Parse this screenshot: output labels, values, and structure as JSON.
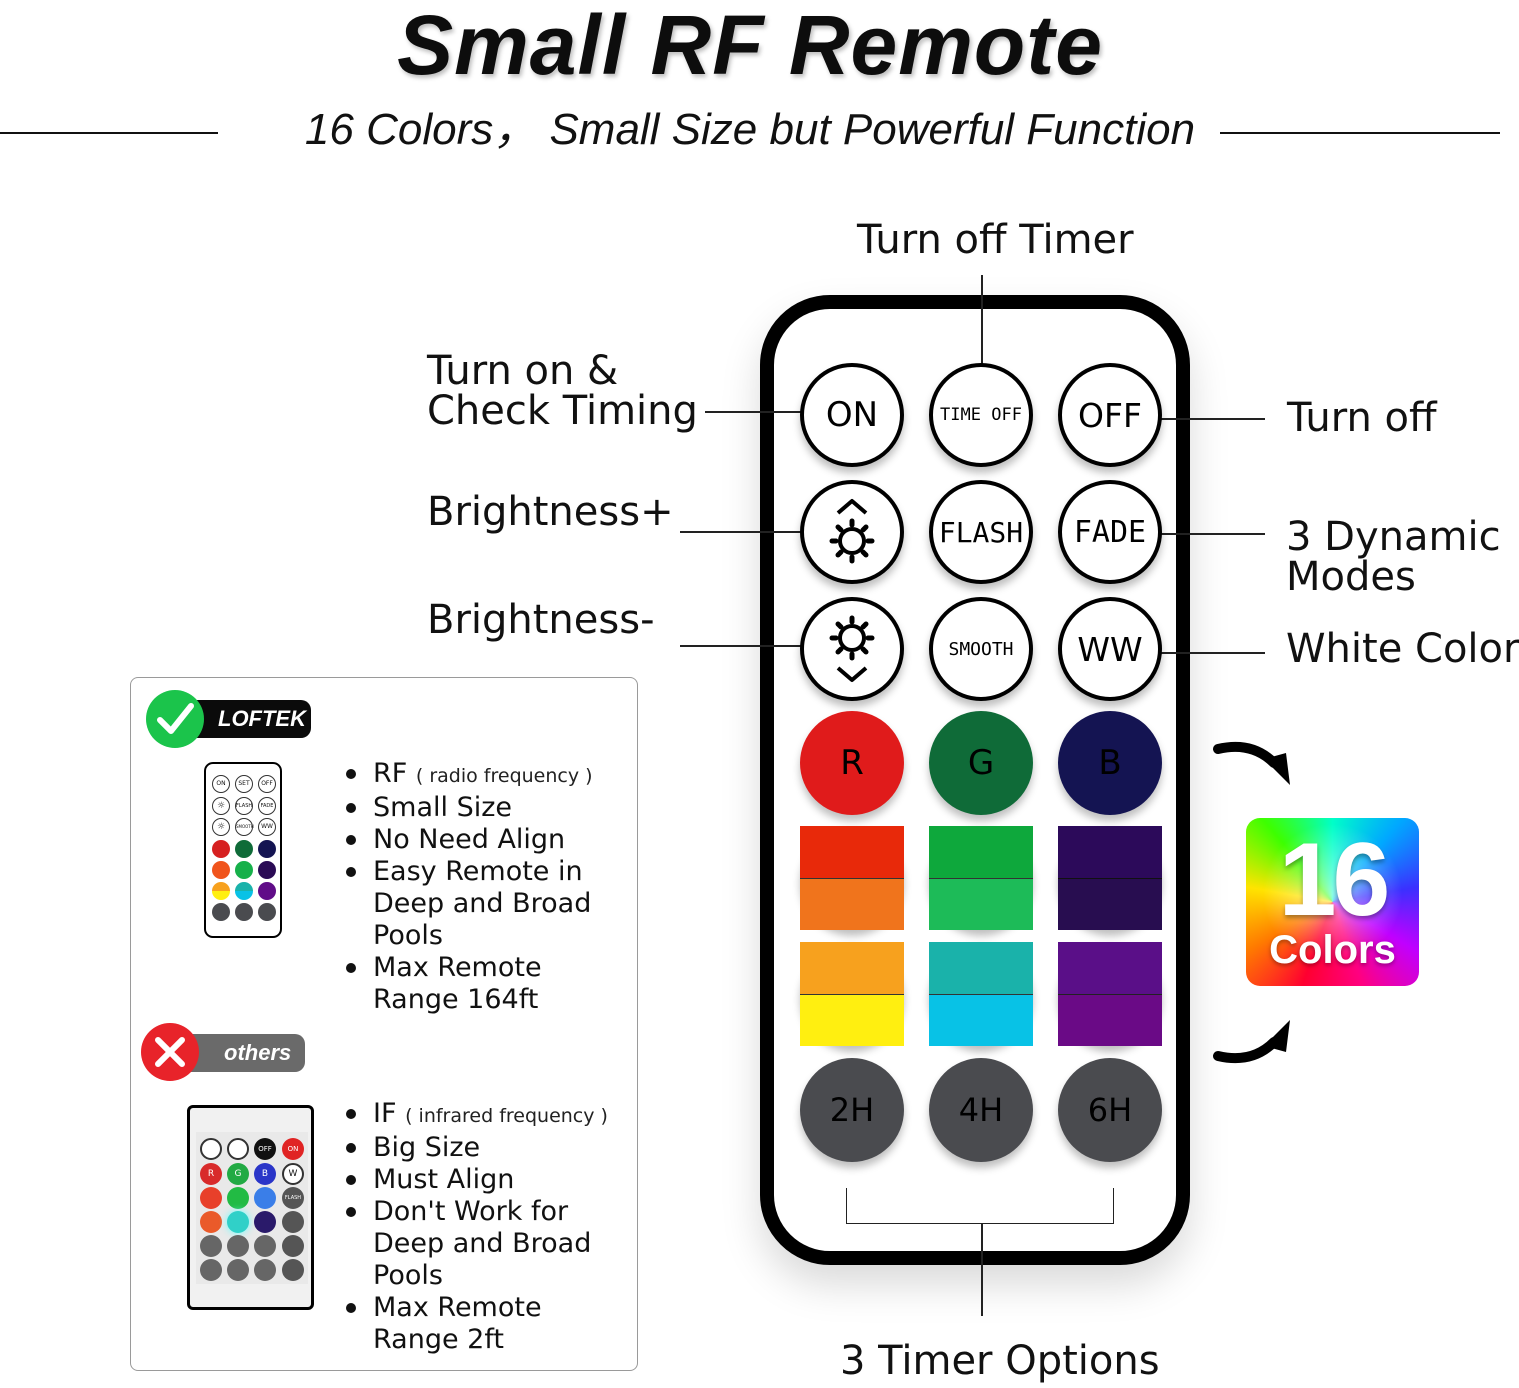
{
  "header": {
    "title": "Small RF Remote",
    "subtitle": "16 Colors， Small Size but Powerful Function"
  },
  "labels": {
    "turn_off_timer": "Turn off Timer",
    "turn_on_line1": "Turn on &",
    "turn_on_line2": "Check Timing",
    "turn_off": "Turn off",
    "brightness_up": "Brightness+",
    "brightness_down": "Brightness-",
    "dynamic_line1": "3 Dynamic",
    "dynamic_line2": "Modes",
    "white_color": "White Color",
    "timer_options": "3 Timer Options"
  },
  "remote": {
    "on": "ON",
    "time_off": "TIME OFF",
    "off": "OFF",
    "flash": "FLASH",
    "fade": "FADE",
    "smooth": "SMOOTH",
    "ww": "WW",
    "r": "R",
    "g": "G",
    "b": "B",
    "h2": "2H",
    "h4": "4H",
    "h6": "6H",
    "colors": {
      "red": "#e01b1b",
      "green": "#0f6b38",
      "blue": "#141452",
      "orange_top": "#e8290a",
      "orange_bottom": "#f0741c",
      "lime_top": "#0ea83c",
      "lime_bottom": "#1dbb58",
      "violet_top": "#2c0a5a",
      "violet_bottom": "#280d50",
      "amber": "#f7a11e",
      "yellow": "#ffef10",
      "teal": "#1ab2aa",
      "cyan": "#08c2e6",
      "purple_top": "#5a0f88",
      "purple_bottom": "#6a0a86",
      "gray": "#4a4b4f"
    }
  },
  "badge": {
    "number": "16",
    "word": "Colors"
  },
  "comparison": {
    "loftek": {
      "brand": "LOFTEK",
      "rf": "RF",
      "rf_note": "( radio frequency )",
      "items": [
        "Small Size",
        "No Need Align"
      ],
      "easy": [
        "Easy Remote in",
        "Deep and Broad",
        "Pools"
      ],
      "range": [
        "Max Remote",
        "Range 164ft"
      ],
      "mini_labels": {
        "on": "ON",
        "set": "SET",
        "off": "OFF",
        "flash": "FLASH",
        "fade": "FADE",
        "smooth": "SMOOTH",
        "ww": "WW"
      }
    },
    "others": {
      "brand": "others",
      "ir": "IF",
      "ir_note": "( infrared frequency )",
      "items": [
        "Big Size",
        "Must Align"
      ],
      "work": [
        "Don't Work for",
        "Deep and Broad",
        "Pools"
      ],
      "range": [
        "Max Remote",
        "Range 2ft"
      ],
      "mini_labels": {
        "off": "OFF",
        "on": "ON",
        "r": "R",
        "g": "G",
        "b": "B",
        "w": "W",
        "flash": "FLASH"
      }
    }
  }
}
